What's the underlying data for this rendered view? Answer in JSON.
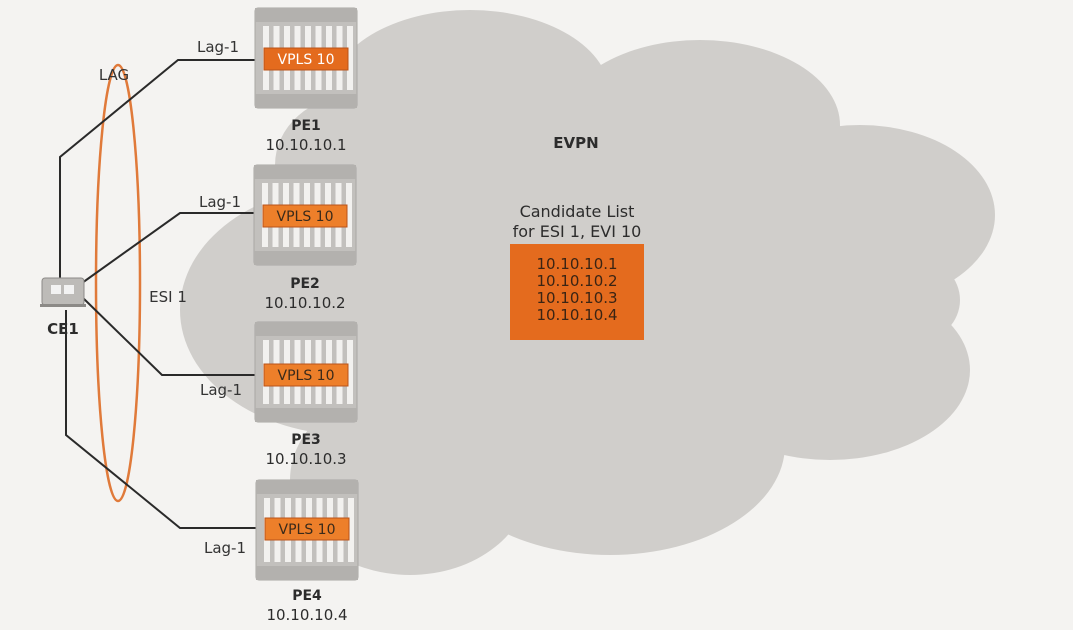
{
  "cloud_label": "EVPN",
  "lag_label": "LAG",
  "esi_label": "ESI 1",
  "ce": {
    "name": "CE1"
  },
  "candidate": {
    "title_line1": "Candidate List",
    "title_line2": "for ESI 1, EVI 10",
    "entries": [
      "10.10.10.1",
      "10.10.10.2",
      "10.10.10.3",
      "10.10.10.4"
    ]
  },
  "pes": [
    {
      "name": "PE1",
      "ip": "10.10.10.1",
      "service": "VPLS 10",
      "link": "Lag-1"
    },
    {
      "name": "PE2",
      "ip": "10.10.10.2",
      "service": "VPLS 10",
      "link": "Lag-1"
    },
    {
      "name": "PE3",
      "ip": "10.10.10.3",
      "service": "VPLS 10",
      "link": "Lag-1"
    },
    {
      "name": "PE4",
      "ip": "10.10.10.4",
      "service": "VPLS 10",
      "link": "Lag-1"
    }
  ],
  "colors": {
    "cloud": "#d0cecb",
    "orange": "#e46b1e",
    "orange_light": "#ed7f2a",
    "router": "#c2c0bd",
    "line": "#2a2a2a",
    "lag_ring": "#e07a3a"
  }
}
